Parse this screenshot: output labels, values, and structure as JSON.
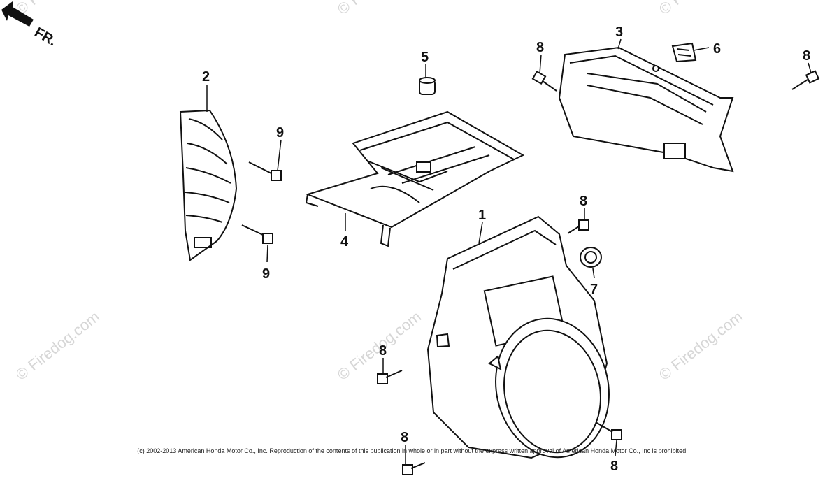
{
  "direction_label": "FR.",
  "watermark": {
    "text": "© Firedog.com",
    "color": "#d6d6d6"
  },
  "callouts": [
    "1",
    "2",
    "3",
    "4",
    "5",
    "6",
    "7",
    "8",
    "9"
  ],
  "copyright": "(c) 2002-2013 American Honda Motor Co., Inc. Reproduction of the contents of this publication in whole or in part without the express written approval of American Honda Motor Co., Inc is prohibited."
}
